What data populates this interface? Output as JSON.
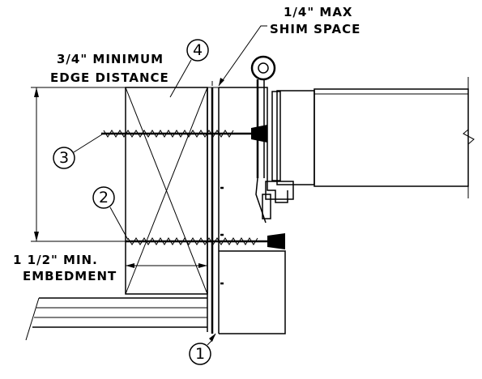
{
  "labels": {
    "shim_line1": "1/4\" MAX",
    "shim_line2": "SHIM SPACE",
    "edge_line1": "3/4\" MINIMUM",
    "edge_line2": "EDGE DISTANCE",
    "embed_line1": "1 1/2\" MIN.",
    "embed_line2": "EMBEDMENT"
  },
  "callouts": {
    "c1": "1",
    "c2": "2",
    "c3": "3",
    "c4": "4"
  }
}
